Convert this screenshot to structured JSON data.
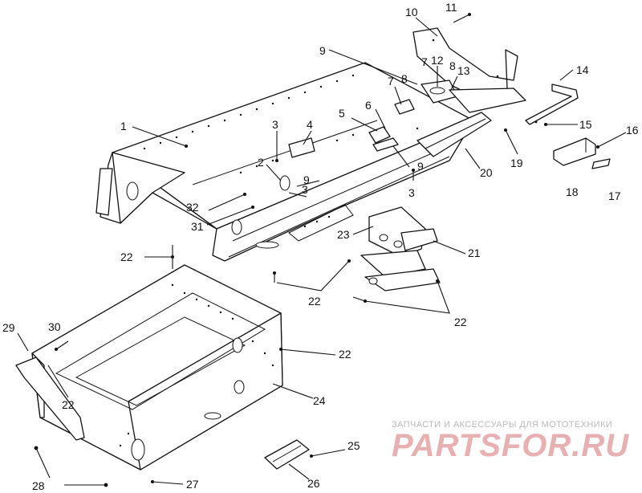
{
  "callouts": [
    {
      "id": "c1",
      "text": "1"
    },
    {
      "id": "c2",
      "text": "2"
    },
    {
      "id": "c3a",
      "text": "3"
    },
    {
      "id": "c3b",
      "text": "3"
    },
    {
      "id": "c3c",
      "text": "3"
    },
    {
      "id": "c4",
      "text": "4"
    },
    {
      "id": "c5",
      "text": "5"
    },
    {
      "id": "c6",
      "text": "6"
    },
    {
      "id": "c7a",
      "text": "7"
    },
    {
      "id": "c7b",
      "text": "7"
    },
    {
      "id": "c8a",
      "text": "8"
    },
    {
      "id": "c8b",
      "text": "8"
    },
    {
      "id": "c9a",
      "text": "9"
    },
    {
      "id": "c9b",
      "text": "9"
    },
    {
      "id": "c9c",
      "text": "9"
    },
    {
      "id": "c10",
      "text": "10"
    },
    {
      "id": "c11",
      "text": "11"
    },
    {
      "id": "c12",
      "text": "12"
    },
    {
      "id": "c13",
      "text": "13"
    },
    {
      "id": "c14",
      "text": "14"
    },
    {
      "id": "c15",
      "text": "15"
    },
    {
      "id": "c16",
      "text": "16"
    },
    {
      "id": "c17",
      "text": "17"
    },
    {
      "id": "c18",
      "text": "18"
    },
    {
      "id": "c19",
      "text": "19"
    },
    {
      "id": "c20",
      "text": "20"
    },
    {
      "id": "c21",
      "text": "21"
    },
    {
      "id": "c22a",
      "text": "22"
    },
    {
      "id": "c22b",
      "text": "22"
    },
    {
      "id": "c22c",
      "text": "22"
    },
    {
      "id": "c22d",
      "text": "22"
    },
    {
      "id": "c22e",
      "text": "22"
    },
    {
      "id": "c23",
      "text": "23"
    },
    {
      "id": "c24",
      "text": "24"
    },
    {
      "id": "c25",
      "text": "25"
    },
    {
      "id": "c26",
      "text": "26"
    },
    {
      "id": "c27",
      "text": "27"
    },
    {
      "id": "c28",
      "text": "28"
    },
    {
      "id": "c29",
      "text": "29"
    },
    {
      "id": "c30",
      "text": "30"
    },
    {
      "id": "c31",
      "text": "31"
    },
    {
      "id": "c32",
      "text": "32"
    }
  ],
  "watermark": {
    "tagline": "ЗАПЧАСТИ И АКСЕССУАРЫ ДЛЯ МОТОТЕХНИКИ",
    "brand": "PARTSFOR.RU"
  }
}
